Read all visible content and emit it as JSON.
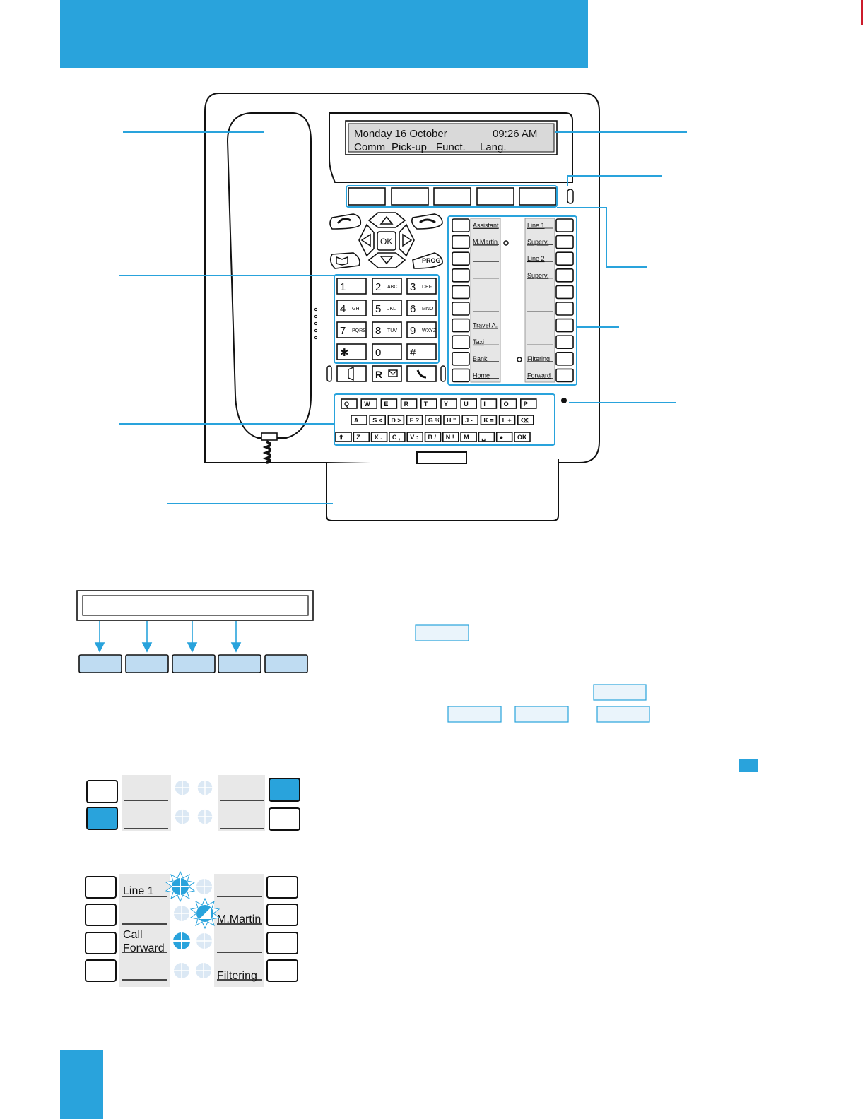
{
  "header": {
    "band_color": "#29a3dc"
  },
  "accent_color": "#29a3dc",
  "phone": {
    "lcd": {
      "line1_left": "Monday 16 October",
      "line1_right": "09:26 AM",
      "line2": [
        "Comm",
        "Pick-up",
        "Funct.",
        "Lang."
      ]
    },
    "keypad": [
      {
        "digit": "1",
        "letters": ""
      },
      {
        "digit": "2",
        "letters": "ABC"
      },
      {
        "digit": "3",
        "letters": "DEF"
      },
      {
        "digit": "4",
        "letters": "GHI"
      },
      {
        "digit": "5",
        "letters": "JKL"
      },
      {
        "digit": "6",
        "letters": "MNO"
      },
      {
        "digit": "7",
        "letters": "PQRS"
      },
      {
        "digit": "8",
        "letters": "TUV"
      },
      {
        "digit": "9",
        "letters": "WXYZ"
      },
      {
        "digit": "✱",
        "letters": ""
      },
      {
        "digit": "0",
        "letters": ""
      },
      {
        "digit": "#",
        "letters": ""
      }
    ],
    "nav": {
      "ok": "OK",
      "prog": "PROG"
    },
    "bottom_keys": {
      "r": "R"
    },
    "directory_left": [
      "Assistant",
      "M.Martin",
      "",
      "",
      "",
      "",
      "Travel A.",
      "Taxi",
      "Bank",
      "Home"
    ],
    "directory_right": [
      "Line 1",
      "Superv.",
      "Line 2",
      "Superv.",
      "",
      "",
      "",
      "",
      "Filtering",
      "Forward"
    ],
    "keyboard": {
      "row1": [
        "Q",
        "W",
        "E",
        "R",
        "T",
        "Y",
        "U",
        "I",
        "O",
        "P"
      ],
      "row2": [
        "A",
        "S <",
        "D >",
        "F ?",
        "G %",
        "H \"",
        "J -",
        "K =",
        "L +",
        "⌫"
      ],
      "row3": [
        "⬆",
        "Z",
        "X .",
        "C ,",
        "V :",
        "B /",
        "N !",
        "M",
        "␣",
        "●",
        "OK"
      ]
    }
  },
  "lower_figures": {
    "example1": {
      "left_labels": [
        "",
        ""
      ],
      "right_labels": [
        "",
        ""
      ]
    },
    "example2": {
      "left_labels": [
        "Line 1",
        "",
        "Call",
        "Forward",
        ""
      ],
      "right_labels": [
        "",
        "M.Martin",
        "",
        "Filtering"
      ]
    }
  }
}
